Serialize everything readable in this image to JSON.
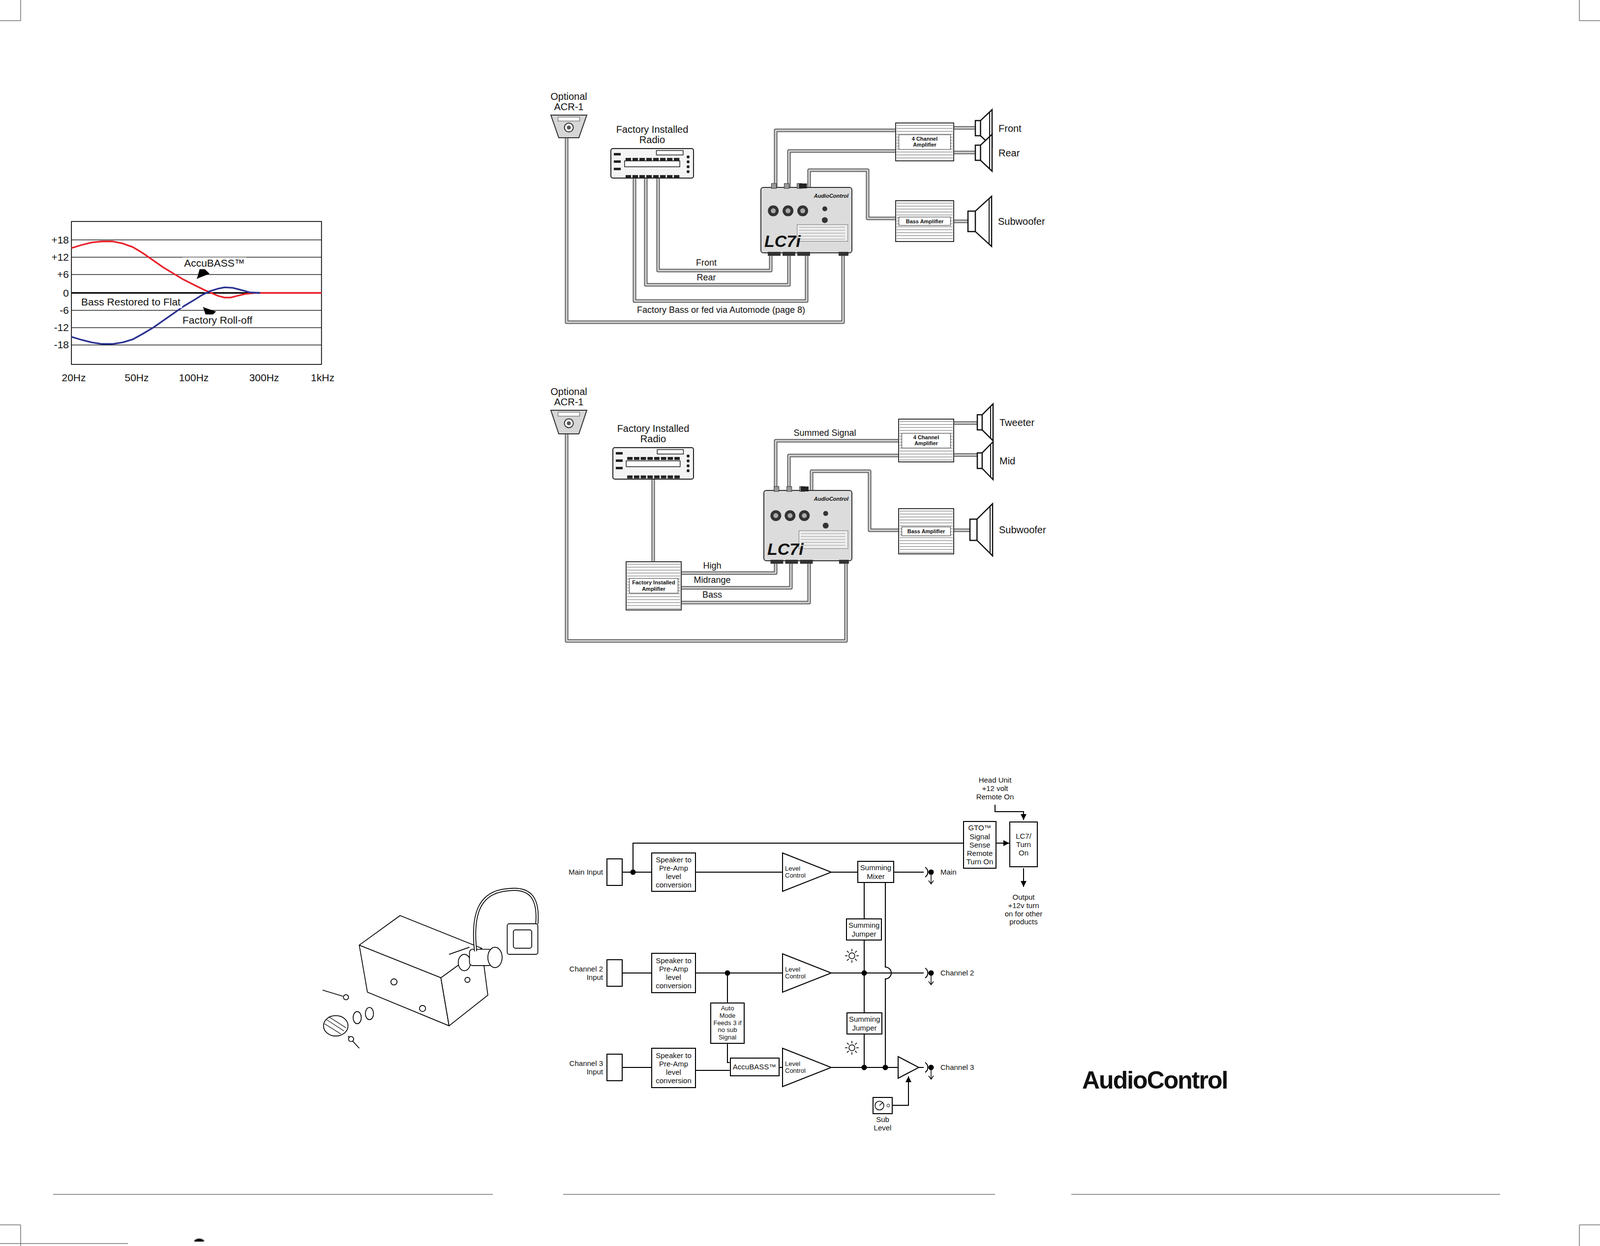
{
  "diagram": {
    "nodes": [
      {
        "text": [
          "Optional ACR-1"
        ]
      },
      {
        "text": [
          "Factory Installed Radio"
        ]
      },
      {
        "text": [
          "AudioControl",
          "LC7i"
        ]
      },
      {
        "text": [
          "4 Channel Amplifier"
        ]
      },
      {
        "text": [
          "Front"
        ]
      },
      {
        "text": [
          "Rear"
        ]
      },
      {
        "text": [
          "Bass Amplifier"
        ]
      },
      {
        "text": [
          "Subwoofer"
        ]
      },
      {
        "text": [
          "Optional ACR-1"
        ]
      },
      {
        "text": [
          "Factory Installed Radio"
        ]
      },
      {
        "text": [
          "AudioControl",
          "LC7i"
        ]
      },
      {
        "text": [
          "4 Channel Amplifier"
        ]
      },
      {
        "text": [
          "Tweeter"
        ]
      },
      {
        "text": [
          "Mid"
        ]
      },
      {
        "text": [
          "Bass Amplifier"
        ]
      },
      {
        "text": [
          "Subwoofer"
        ]
      },
      {
        "text": [
          "Factory Installed Amplifier"
        ]
      },
      {
        "text": [
          "GTO™ Signal Sense Remote Turn On"
        ]
      },
      {
        "text": [
          "LC7/ Turn On"
        ]
      },
      {
        "text": [
          "Main Input"
        ]
      },
      {
        "text": [
          "Speaker to Pre-Amp level conversion"
        ]
      },
      {
        "text": [
          "Level Control"
        ]
      },
      {
        "text": [
          "Summing Mixer"
        ]
      },
      {
        "text": [
          "Summing Jumper"
        ]
      },
      {
        "text": [
          "Channel 2 Input"
        ]
      },
      {
        "text": [
          "Speaker to Pre-Amp level conversion"
        ]
      },
      {
        "text": [
          "Level Control"
        ]
      },
      {
        "text": [
          "Auto Mode Feeds 3 if no sub Signal"
        ]
      },
      {
        "text": [
          "Summing Jumper"
        ]
      },
      {
        "text": [
          "Channel 3 Input"
        ]
      },
      {
        "text": [
          "Speaker to Pre-Amp level conversion"
        ]
      },
      {
        "text": [
          "AccuBASS™"
        ]
      },
      {
        "text": [
          "Level Control"
        ]
      },
      {
        "text": [
          "Sub Level"
        ]
      }
    ],
    "edges": [
      {
        "from": 1,
        "to": 2,
        "arrow": "none",
        "label": "Front"
      },
      {
        "from": 1,
        "to": 2,
        "arrow": "none",
        "label": "Rear"
      },
      {
        "from": 1,
        "to": 2,
        "arrow": "none",
        "label": "Factory Bass or fed via Automode (page 8)"
      },
      {
        "from": 0,
        "to": 2,
        "arrow": "none"
      },
      {
        "from": 2,
        "to": 3,
        "arrow": "none"
      },
      {
        "from": 2,
        "to": 3,
        "arrow": "none"
      },
      {
        "from": 2,
        "to": 6,
        "arrow": "none"
      },
      {
        "from": 3,
        "to": 4,
        "arrow": "none"
      },
      {
        "from": 3,
        "to": 5,
        "arrow": "none"
      },
      {
        "from": 6,
        "to": 7,
        "arrow": "none"
      },
      {
        "from": 9,
        "to": 16,
        "arrow": "none"
      },
      {
        "from": 16,
        "to": 10,
        "arrow": "none",
        "label": "High"
      },
      {
        "from": 16,
        "to": 10,
        "arrow": "none",
        "label": "Midrange"
      },
      {
        "from": 16,
        "to": 10,
        "arrow": "none",
        "label": "Bass"
      },
      {
        "from": 8,
        "to": 10,
        "arrow": "none"
      },
      {
        "from": 10,
        "to": 11,
        "arrow": "none",
        "label": "Summed Signal"
      },
      {
        "from": 10,
        "to": 11,
        "arrow": "none"
      },
      {
        "from": 10,
        "to": 14,
        "arrow": "none"
      },
      {
        "from": 11,
        "to": 12,
        "arrow": "none"
      },
      {
        "from": 11,
        "to": 13,
        "arrow": "none"
      },
      {
        "from": 14,
        "to": 15,
        "arrow": "none"
      },
      {
        "from": 19,
        "to": 20,
        "arrow": "none"
      },
      {
        "from": 20,
        "to": 21,
        "arrow": "none"
      },
      {
        "from": 21,
        "to": 22,
        "arrow": "none"
      },
      {
        "from": 19,
        "to": 17,
        "arrow": "none"
      },
      {
        "from": 17,
        "to": 18,
        "arrow": "to"
      },
      {
        "from": 22,
        "to": 23,
        "arrow": "none"
      },
      {
        "from": 24,
        "to": 25,
        "arrow": "none"
      },
      {
        "from": 25,
        "to": 26,
        "arrow": "none"
      },
      {
        "from": 25,
        "to": 27,
        "arrow": "none"
      },
      {
        "from": 29,
        "to": 30,
        "arrow": "none"
      },
      {
        "from": 30,
        "to": 31,
        "arrow": "none"
      },
      {
        "from": 31,
        "to": 32,
        "arrow": "none"
      },
      {
        "from": 27,
        "to": 31,
        "arrow": "none"
      }
    ],
    "labels": [
      "+18",
      "+12",
      "+6",
      "0",
      "-6",
      "-12",
      "-18",
      "AccuBASS™",
      "Bass Restored to Flat",
      "Factory Roll-off",
      "20Hz",
      "50Hz",
      "100Hz",
      "300Hz",
      "1kHz",
      "Head Unit +12 volt Remote On",
      "Output +12v turn on for other products",
      "Main",
      "Channel 2",
      "Channel 3",
      "AudioControl"
    ]
  }
}
